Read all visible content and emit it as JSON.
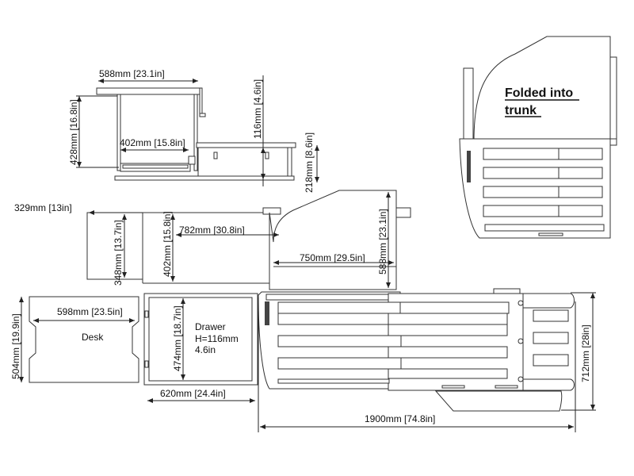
{
  "title_note": {
    "line1": "Folded into",
    "line2": "trunk"
  },
  "side_view": {
    "width_top": "588mm [23.1in]",
    "height_seat": "428mm [16.8in]",
    "inner_width": "402mm [15.8in]",
    "drawer_height": "116mm [4.6in]",
    "base_height": "218mm [8.6in]"
  },
  "top_view": {
    "desk_offset": "329mm [13in]",
    "desk_depth": "348mm [13.7in]",
    "frame_depth": "402mm [15.8in]",
    "frame_length": "782mm [30.8in]",
    "bed_length": "750mm [29.5in]",
    "bed_width": "588mm [23.1in]"
  },
  "parts": {
    "desk_width": "598mm [23.5in]",
    "desk_height": "504mm [19.9in]",
    "desk_label": "Desk",
    "drawer_depth": "474mm [18.7in]",
    "drawer_label": "Drawer",
    "drawer_h": "H=116mm",
    "drawer_h_in": "4.6in",
    "drawer_width": "620mm [24.4in]"
  },
  "bed": {
    "total_length": "1900mm [74.8in]",
    "total_width": "712mm [28in]"
  }
}
